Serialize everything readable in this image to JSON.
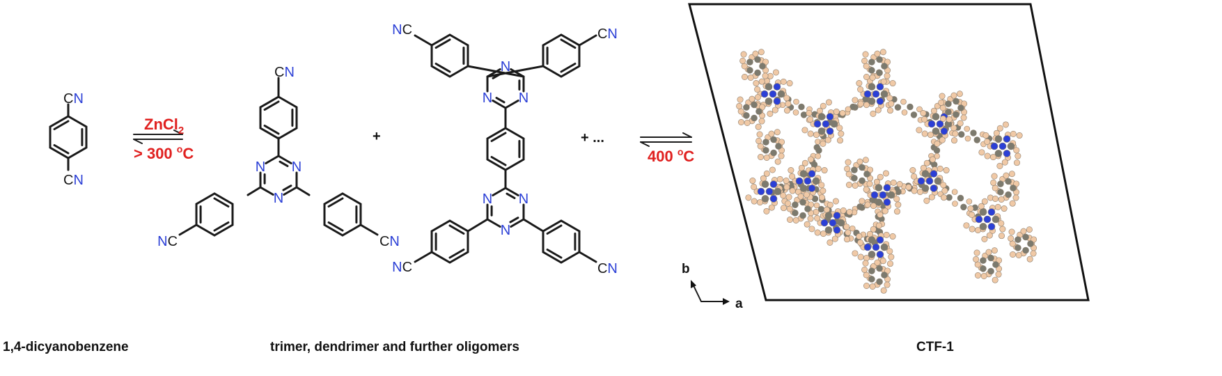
{
  "labels": {
    "monomer": "1,4-dicyanobenzene",
    "oligomers": "trimer, dendrimer and further oligomers",
    "framework": "CTF-1"
  },
  "atoms": {
    "cn_c": "C",
    "cn_n": "N",
    "triazine_n": "N"
  },
  "reaction1": {
    "catalyst_base": "ZnCl",
    "catalyst_sub": "2",
    "temp_prefix": "> 300 ",
    "temp_sup": "o",
    "temp_unit": "C"
  },
  "reaction2": {
    "temp_prefix": "400 ",
    "temp_sup": "o",
    "temp_unit": "C"
  },
  "operators": {
    "plus": "+",
    "plus_more": "+ ..."
  },
  "axes": {
    "b": "b",
    "a": "a"
  },
  "colors": {
    "nitrogen": "#2b3fd6",
    "carbon_atom": "#7c7a6e",
    "hydrogen_atom": "#f0c9a6",
    "condition_text": "#e0201f",
    "bond": "#1a1a1a"
  }
}
